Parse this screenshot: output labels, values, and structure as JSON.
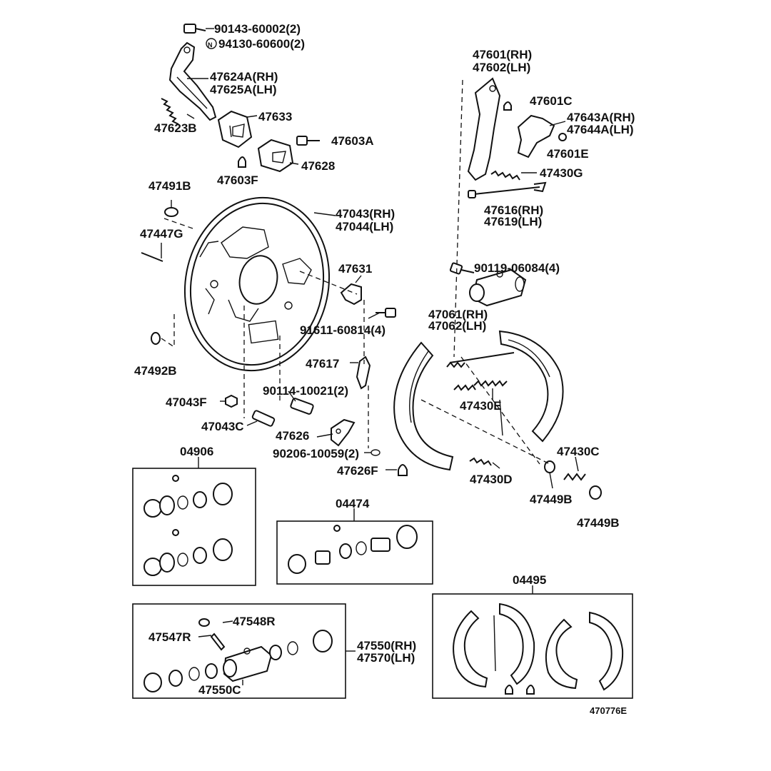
{
  "diagram_id": "470776E",
  "labels": {
    "p90143": "90143-60002(2)",
    "p94130": "94130-60600(2)",
    "p47624": "47624A(RH)",
    "p47625": "47625A(LH)",
    "p47623B": "47623B",
    "p47633": "47633",
    "p47603A": "47603A",
    "p47628": "47628",
    "p47603F": "47603F",
    "p47491B": "47491B",
    "p47043": "47043(RH)",
    "p47044": "47044(LH)",
    "p47447G": "47447G",
    "p47631": "47631",
    "p91611": "91611-60814(4)",
    "p47492B": "47492B",
    "p47617": "47617",
    "p90114": "90114-10021(2)",
    "p47043F": "47043F",
    "p47043C": "47043C",
    "p47626": "47626",
    "p90206": "90206-10059(2)",
    "p47626F": "47626F",
    "p47601": "47601(RH)",
    "p47602": "47602(LH)",
    "p47601C": "47601C",
    "p47643A": "47643A(RH)",
    "p47644A": "47644A(LH)",
    "p47601E": "47601E",
    "p47430G": "47430G",
    "p47616": "47616(RH)",
    "p47619": "47619(LH)",
    "p90119": "90119-06084(4)",
    "p47061": "47061(RH)",
    "p47062": "47062(LH)",
    "p47430E": "47430E",
    "p47430C": "47430C",
    "p47430D": "47430D",
    "p47449B_a": "47449B",
    "p47449B_b": "47449B",
    "p04906": "04906",
    "p04474": "04474",
    "p04495": "04495",
    "p47548R": "47548R",
    "p47547R": "47547R",
    "p47550": "47550(RH)",
    "p47570": "47570(LH)",
    "p47550C": "47550C"
  }
}
